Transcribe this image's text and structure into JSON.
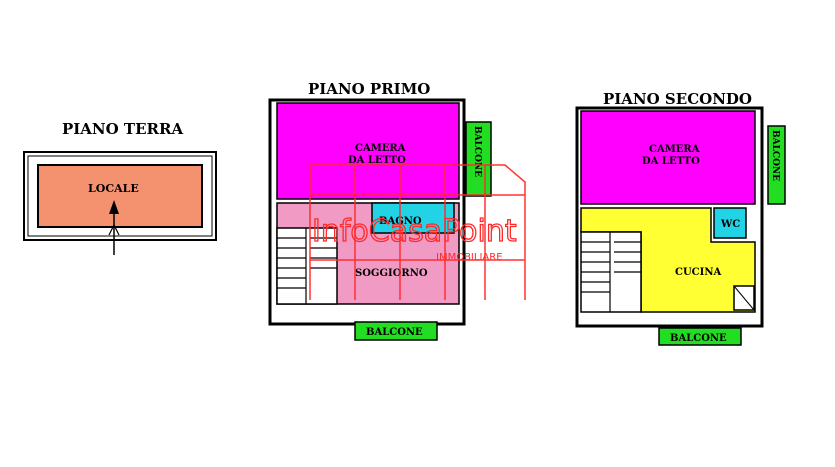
{
  "floors": {
    "ground": {
      "title": "PIANO TERRA",
      "rooms": {
        "locale": "LOCALE"
      }
    },
    "first": {
      "title": "PIANO PRIMO",
      "rooms": {
        "camera_line1": "CAMERA",
        "camera_line2": "DA LETTO",
        "bagno": "BAGNO",
        "soggiorno": "SOGGIORNO",
        "balcone_side": "BALCONE",
        "balcone_bottom": "BALCONE"
      }
    },
    "second": {
      "title": "PIANO SECONDO",
      "rooms": {
        "camera_line1": "CAMERA",
        "camera_line2": "DA LETTO",
        "wc": "WC",
        "cucina": "CUCINA",
        "balcone_side": "BALCONE",
        "balcone_bottom": "BALCONE"
      }
    }
  },
  "watermark": {
    "brand": "InfoCasaPoint",
    "tagline": "IMMOBILIARE"
  },
  "colors": {
    "locale": "#f4926f",
    "camera": "#ff00ff",
    "soggiorno": "#f19ac4",
    "bagno": "#22d3e6",
    "cucina": "#ffff33",
    "wc": "#22d3e6",
    "balcone": "#22dd22",
    "wall": "#000000",
    "watermark": "#ff2a2a"
  }
}
